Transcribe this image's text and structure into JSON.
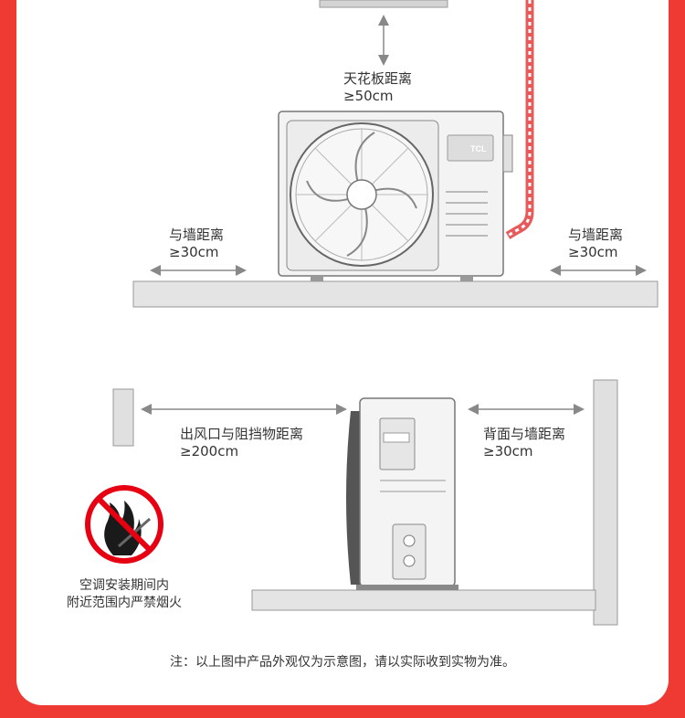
{
  "top_section": {
    "ceiling": {
      "label": "天花板距离",
      "value": "≥50cm"
    },
    "left_wall": {
      "label": "与墙距离",
      "value": "≥30cm"
    },
    "right_wall": {
      "label": "与墙距离",
      "value": "≥30cm"
    },
    "unit_brand": "TCL"
  },
  "bottom_section": {
    "outlet": {
      "label": "出风口与阻挡物距离",
      "value": "≥200cm"
    },
    "back_wall": {
      "label": "背面与墙距离",
      "value": "≥30cm"
    },
    "fire_warning": {
      "line1": "空调安装期间内",
      "line2": "附近范围内严禁烟火"
    }
  },
  "footer_note": "注：以上图中产品外观仅为示意图，请以实际收到实物为准。",
  "colors": {
    "background": "#ee3a33",
    "line": "#888888",
    "warning_red": "#e60012"
  }
}
